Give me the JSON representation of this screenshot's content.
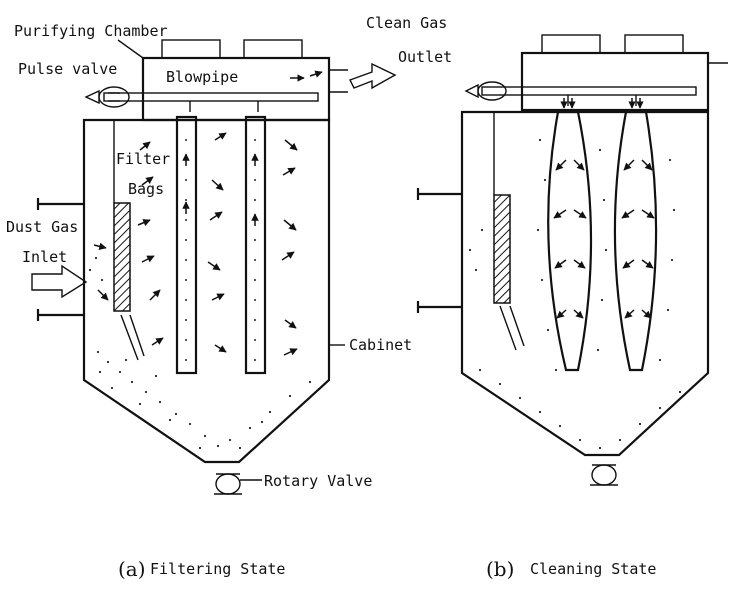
{
  "labels": {
    "purifying_chamber": "Purifying Chamber",
    "clean_gas": "Clean Gas",
    "outlet": "Outlet",
    "pulse_valve": "Pulse valve",
    "blowpipe": "Blowpipe",
    "filter": "Filter",
    "bags": "Bags",
    "dust_gas": "Dust Gas",
    "inlet": "Inlet",
    "cabinet": "Cabinet",
    "rotary_valve": "Rotary Valve"
  },
  "captions": {
    "a_letter": "(a)",
    "a_text": "Filtering State",
    "b_letter": "(b)",
    "b_text": "Cleaning State"
  },
  "colors": {
    "ink": "#111111",
    "background": "#ffffff"
  }
}
